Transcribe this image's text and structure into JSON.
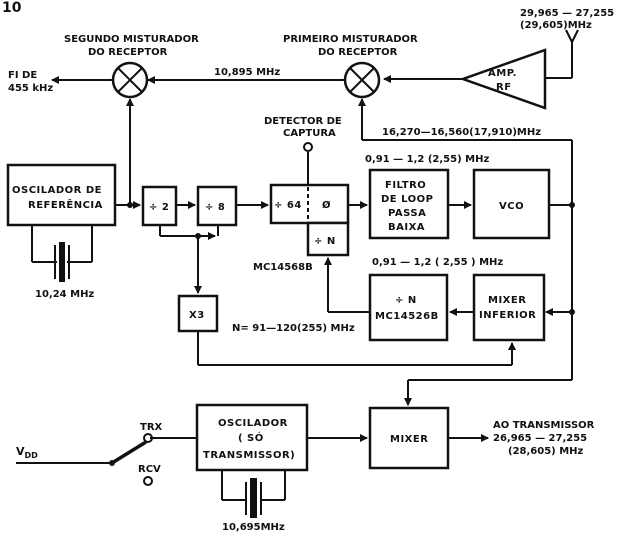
{
  "page": {
    "corner_mark": "10"
  },
  "labels": {
    "mixer2_title1": "SEGUNDO MISTURADOR",
    "mixer2_title2": "DO RECEPTOR",
    "mixer1_title1": "PRIMEIRO MISTURADOR",
    "mixer1_title2": "DO RECEPTOR",
    "antenna_freq1": "29,965 — 27,255",
    "antenna_freq2": "(29,605)MHz",
    "fi1": "FI  DE",
    "fi2": "455 kHz",
    "if_freq": "10,895 MHz",
    "detector1": "DETECTOR DE",
    "detector2": "CAPTURA",
    "lo_range": "16,270—16,560(17,910)MHz",
    "loop_freq": "0,91 — 1,2 (2,55) MHz",
    "div_freq": "0,91 — 1,2 ( 2,55 ) MHz",
    "chip1": "MC14568B",
    "n_range": "N= 91—120(255) MHz",
    "crystal1": "10,24 MHz",
    "crystal2": "10,695MHz",
    "vdd": "V",
    "vdd_sub": "DD",
    "trx": "TRX",
    "rcv": "RCV",
    "out1": "AO TRANSMISSOR",
    "out2": "26,965 — 27,255",
    "out3": "(28,605) MHz"
  },
  "blocks": {
    "amp1": "AMP.",
    "amp2": "RF",
    "osc_ref1": "OSCILADOR  DE",
    "osc_ref2": "REFERÊNCIA",
    "div2": "÷ 2",
    "div8": "÷ 8",
    "div64": "÷ 64",
    "phase": "Ø",
    "divn_small": "÷ N",
    "filter1": "FILTRO",
    "filter2": "DE LOOP",
    "filter3": "PASSA",
    "filter4": "BAIXA",
    "vco": "VCO",
    "x3": "X3",
    "divn": "÷ N",
    "chip2": "MC14526B",
    "mixer_inf1": "MIXER",
    "mixer_inf2": "INFERIOR",
    "osc_tx1": "OSCILADOR",
    "osc_tx2": "( SÓ",
    "osc_tx3": "TRANSMISSOR)",
    "mixer": "MIXER"
  }
}
